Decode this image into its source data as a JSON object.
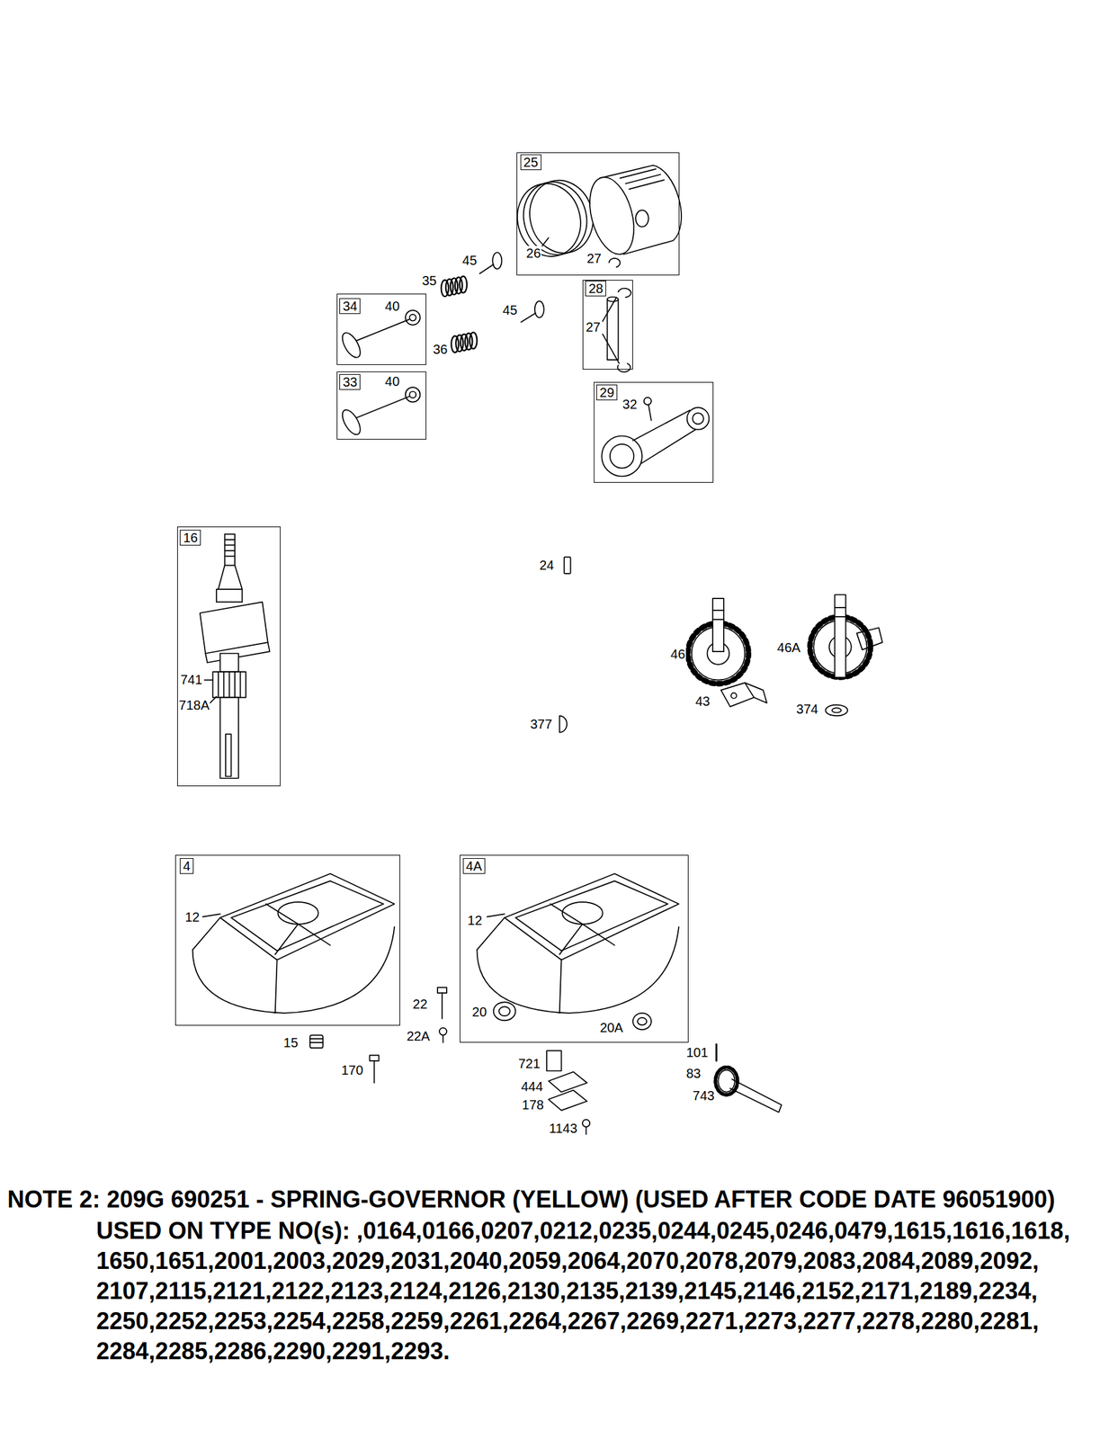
{
  "diagram": {
    "nodes": [
      {
        "text": [
          "25",
          "26",
          "27"
        ]
      },
      {
        "text": [
          "28",
          "27"
        ]
      },
      {
        "text": [
          "34",
          "40"
        ]
      },
      {
        "text": [
          "33",
          "40"
        ]
      },
      {
        "text": [
          "29",
          "32"
        ]
      },
      {
        "text": [
          "16",
          "741",
          "718A"
        ]
      },
      {
        "text": [
          "4",
          "12"
        ]
      },
      {
        "text": [
          "4A",
          "12",
          "20",
          "20A"
        ]
      }
    ],
    "labels": [
      "45",
      "35",
      "45",
      "36",
      "24",
      "46",
      "46A",
      "43",
      "377",
      "374",
      "22",
      "22A",
      "15",
      "170",
      "721",
      "444",
      "178",
      "1143",
      "101",
      "83",
      "743",
      "NOTE 2: 209G 690251 - SPRING-GOVERNOR (YELLOW) (USED AFTER CODE DATE 96051900)",
      "USED ON TYPE NO(s): ,0164,0166,0207,0212,0235,0244,0245,0246,0479,1615,1616,1618, 1650,1651,2001,2003,2029,2031,2040,2059,2064,2070,2078,2079,2083,2084,2089,2092, 2107,2115,2121,2122,2123,2124,2126,2130,2135,2139,2145,2146,2152,2171,2189,2234, 2250,2252,2253,2254,2258,2259,2261,2264,2267,2269,2271,2273,2277,2278,2280,2281, 2284,2285,2286,2290,2291,2293."
    ]
  }
}
